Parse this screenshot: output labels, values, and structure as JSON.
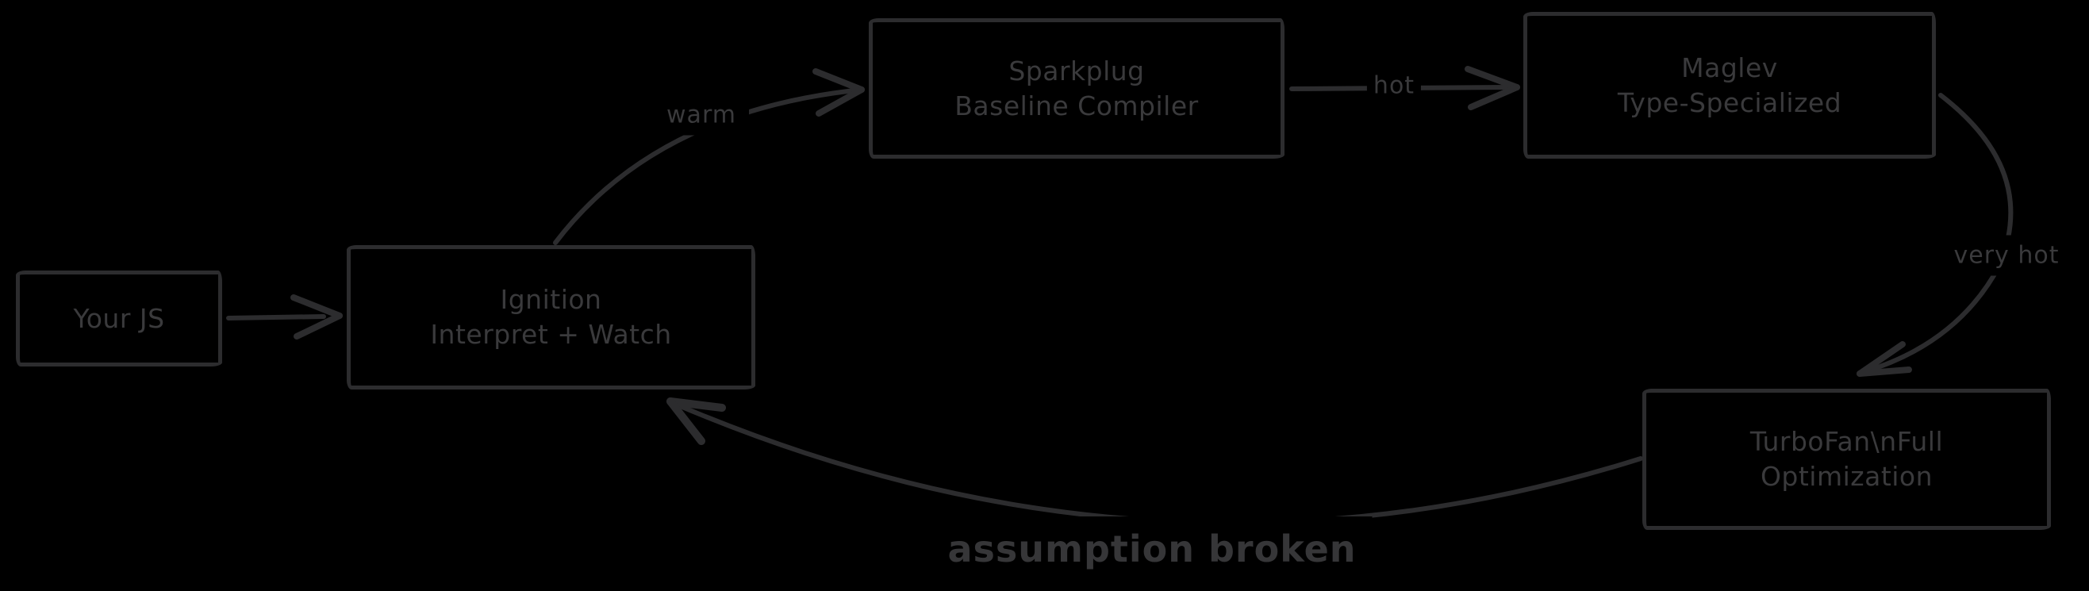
{
  "colors": {
    "background": "#000000",
    "stroke": "#2c2c2e",
    "text": "#3a3a3c"
  },
  "nodes": {
    "your_js": {
      "line1": "Your JS",
      "line2": ""
    },
    "ignition": {
      "line1": "Ignition",
      "line2": "Interpret + Watch"
    },
    "sparkplug": {
      "line1": "Sparkplug",
      "line2": "Baseline Compiler"
    },
    "maglev": {
      "line1": "Maglev",
      "line2": "Type-Specialized"
    },
    "turbofan": {
      "line1": "TurboFan\\nFull",
      "line2": "Optimization"
    }
  },
  "labels": {
    "warm": "warm",
    "hot": "hot",
    "very_hot": "very hot",
    "assumption_broken": "assumption broken"
  }
}
